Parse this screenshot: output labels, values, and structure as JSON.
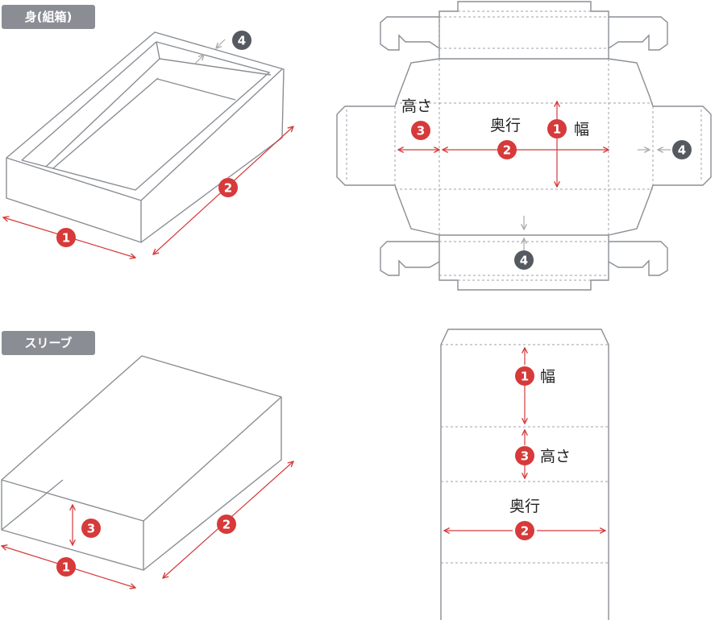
{
  "sections": {
    "box_tag": "身(組箱)",
    "sleeve_tag": "スリーブ"
  },
  "labels": {
    "width": "幅",
    "depth": "奥行",
    "height": "高さ"
  },
  "markers": {
    "one": "1",
    "two": "2",
    "three": "3",
    "four": "4"
  },
  "colors": {
    "accent_red": "#d63a3a",
    "marker_dark": "#555a61",
    "line_gray": "#8a8e94",
    "fold_gray": "#9da1a6",
    "tag_bg": "#8a8e94"
  }
}
